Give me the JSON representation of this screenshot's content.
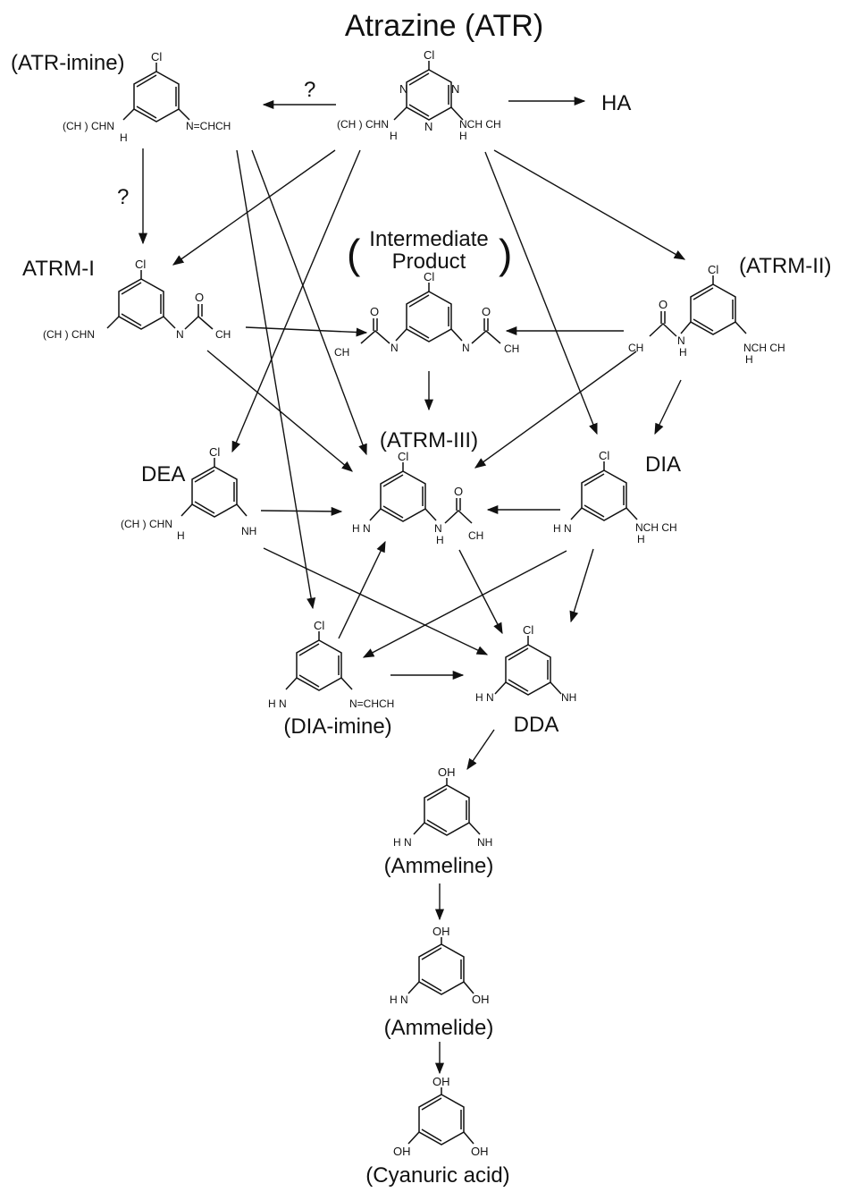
{
  "title": "Atrazine (ATR)",
  "question_mark": "?",
  "compounds": {
    "atr": {
      "substituent_left": "(CH ) CHN",
      "substituent_right": "NCH CH",
      "ring_n": "N",
      "nh_h": "H",
      "top": "Cl"
    },
    "atr_imine": {
      "label": "(ATR-imine)",
      "substituent_left": "(CH ) CHN",
      "substituent_right": "N=CHCH",
      "top": "Cl"
    },
    "ha": {
      "label": "HA"
    },
    "atrm1": {
      "label": "ATRM-I",
      "substituent_left": "(CH ) CHN",
      "acyl_o": "O",
      "acyl_ch": "CH",
      "top": "Cl"
    },
    "intermediate": {
      "label_line1": "Intermediate",
      "label_line2": "Product",
      "top": "Cl",
      "acyl_o": "O",
      "acyl_ch": "CH"
    },
    "atrm2": {
      "label": "(ATRM-II)",
      "acyl_ch": "CH",
      "acyl_o": "O",
      "substituent_right": "NCH CH",
      "top": "Cl"
    },
    "atrm3": {
      "label": "(ATRM-III)",
      "amino": "H N",
      "acyl_o": "O",
      "acyl_ch": "CH",
      "top": "Cl"
    },
    "dea": {
      "label": "DEA",
      "substituent_left": "(CH ) CHN",
      "amino": "NH",
      "top": "Cl"
    },
    "dia": {
      "label": "DIA",
      "amino": "H N",
      "substituent_right": "NCH CH",
      "top": "Cl"
    },
    "dia_imine": {
      "label": "(DIA-imine)",
      "amino": "H N",
      "substituent_right": "N=CHCH",
      "top": "Cl"
    },
    "dda": {
      "label": "DDA",
      "amino_left": "H N",
      "amino_right": "NH",
      "top": "Cl"
    },
    "ammeline": {
      "label": "(Ammeline)",
      "top": "OH",
      "amino_left": "H N",
      "amino_right": "NH"
    },
    "ammelide": {
      "label": "(Ammelide)",
      "top": "OH",
      "amino_left": "H N",
      "right": "OH"
    },
    "cyanuric": {
      "label": "(Cyanuric acid)",
      "top": "OH",
      "left": "OH",
      "right": "OH"
    }
  }
}
